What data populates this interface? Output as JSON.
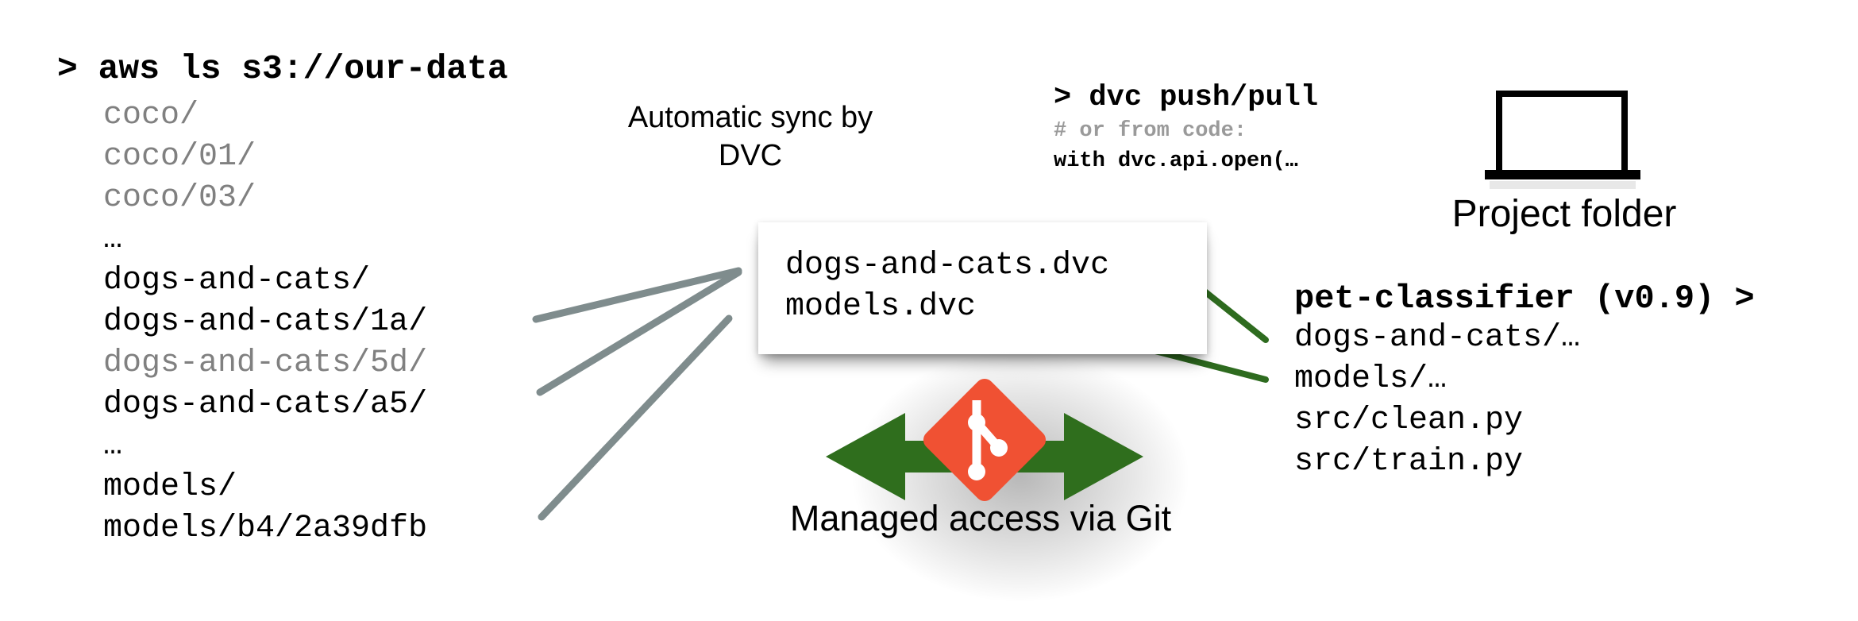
{
  "colors": {
    "line_gray": "#7f8c8d",
    "line_green": "#2e6b1f",
    "arrow_green": "#2f6e1d",
    "git_red": "#f05133",
    "muted_text": "#808080",
    "comment_text": "#9a9a9a"
  },
  "storage": {
    "command": "> aws ls s3://our-data",
    "items": [
      {
        "text": "coco/",
        "muted": true
      },
      {
        "text": "coco/01/",
        "muted": true
      },
      {
        "text": "coco/03/",
        "muted": true
      },
      {
        "text": "…",
        "muted": false
      },
      {
        "text": "dogs-and-cats/",
        "muted": false
      },
      {
        "text": "dogs-and-cats/1a/",
        "muted": false
      },
      {
        "text": "dogs-and-cats/5d/",
        "muted": true
      },
      {
        "text": "dogs-and-cats/a5/",
        "muted": false
      },
      {
        "text": "…",
        "muted": false
      },
      {
        "text": "models/",
        "muted": false
      },
      {
        "text": "models/b4/2a39dfb",
        "muted": false
      }
    ]
  },
  "sync": {
    "caption": "Automatic sync by DVC"
  },
  "dvc_card": {
    "files": [
      "dogs-and-cats.dvc",
      "models.dvc"
    ]
  },
  "git": {
    "icon": "git-logo-icon",
    "caption": "Managed access via Git"
  },
  "push": {
    "command": "> dvc push/pull",
    "comment": "# or from code:",
    "code": "with dvc.api.open(…"
  },
  "project": {
    "icon": "laptop-icon",
    "label": "Project folder",
    "command": "pet-classifier (v0.9) >",
    "items": [
      "dogs-and-cats/…",
      "models/…",
      "src/clean.py",
      "src/train.py"
    ]
  }
}
